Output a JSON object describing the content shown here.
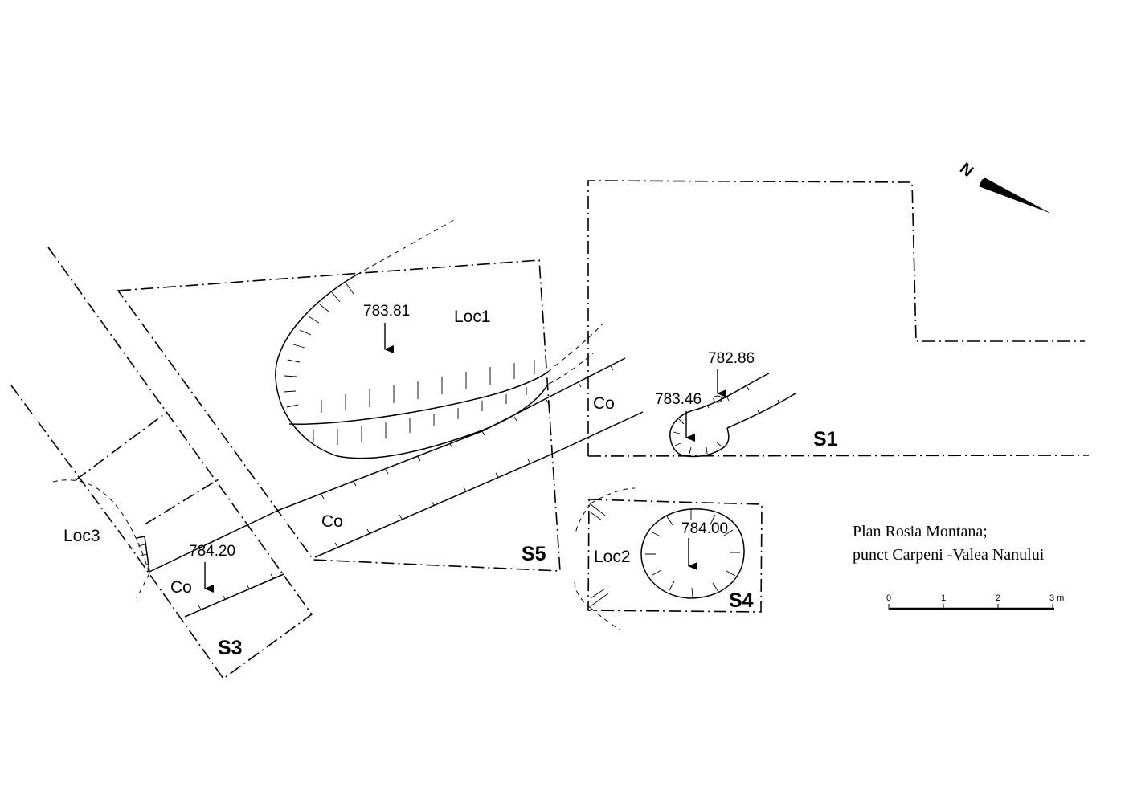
{
  "title": {
    "line1": "Plan Rosia Montana;",
    "line2": "punct Carpeni -Valea Nanului"
  },
  "north_label": "N",
  "scale": {
    "ticks": [
      "0",
      "1",
      "2",
      "3 m"
    ]
  },
  "sections": {
    "s1": "S1",
    "s3": "S3",
    "s4": "S4",
    "s5": "S5"
  },
  "features": {
    "loc1": "Loc1",
    "loc2": "Loc2",
    "loc3": "Loc3",
    "co_s1": "Co",
    "co_s5": "Co",
    "co_s3": "Co"
  },
  "elevations": {
    "e1": "783.81",
    "e2": "782.86",
    "e3": "783.46",
    "e4": "784.00",
    "e5": "784.20"
  }
}
